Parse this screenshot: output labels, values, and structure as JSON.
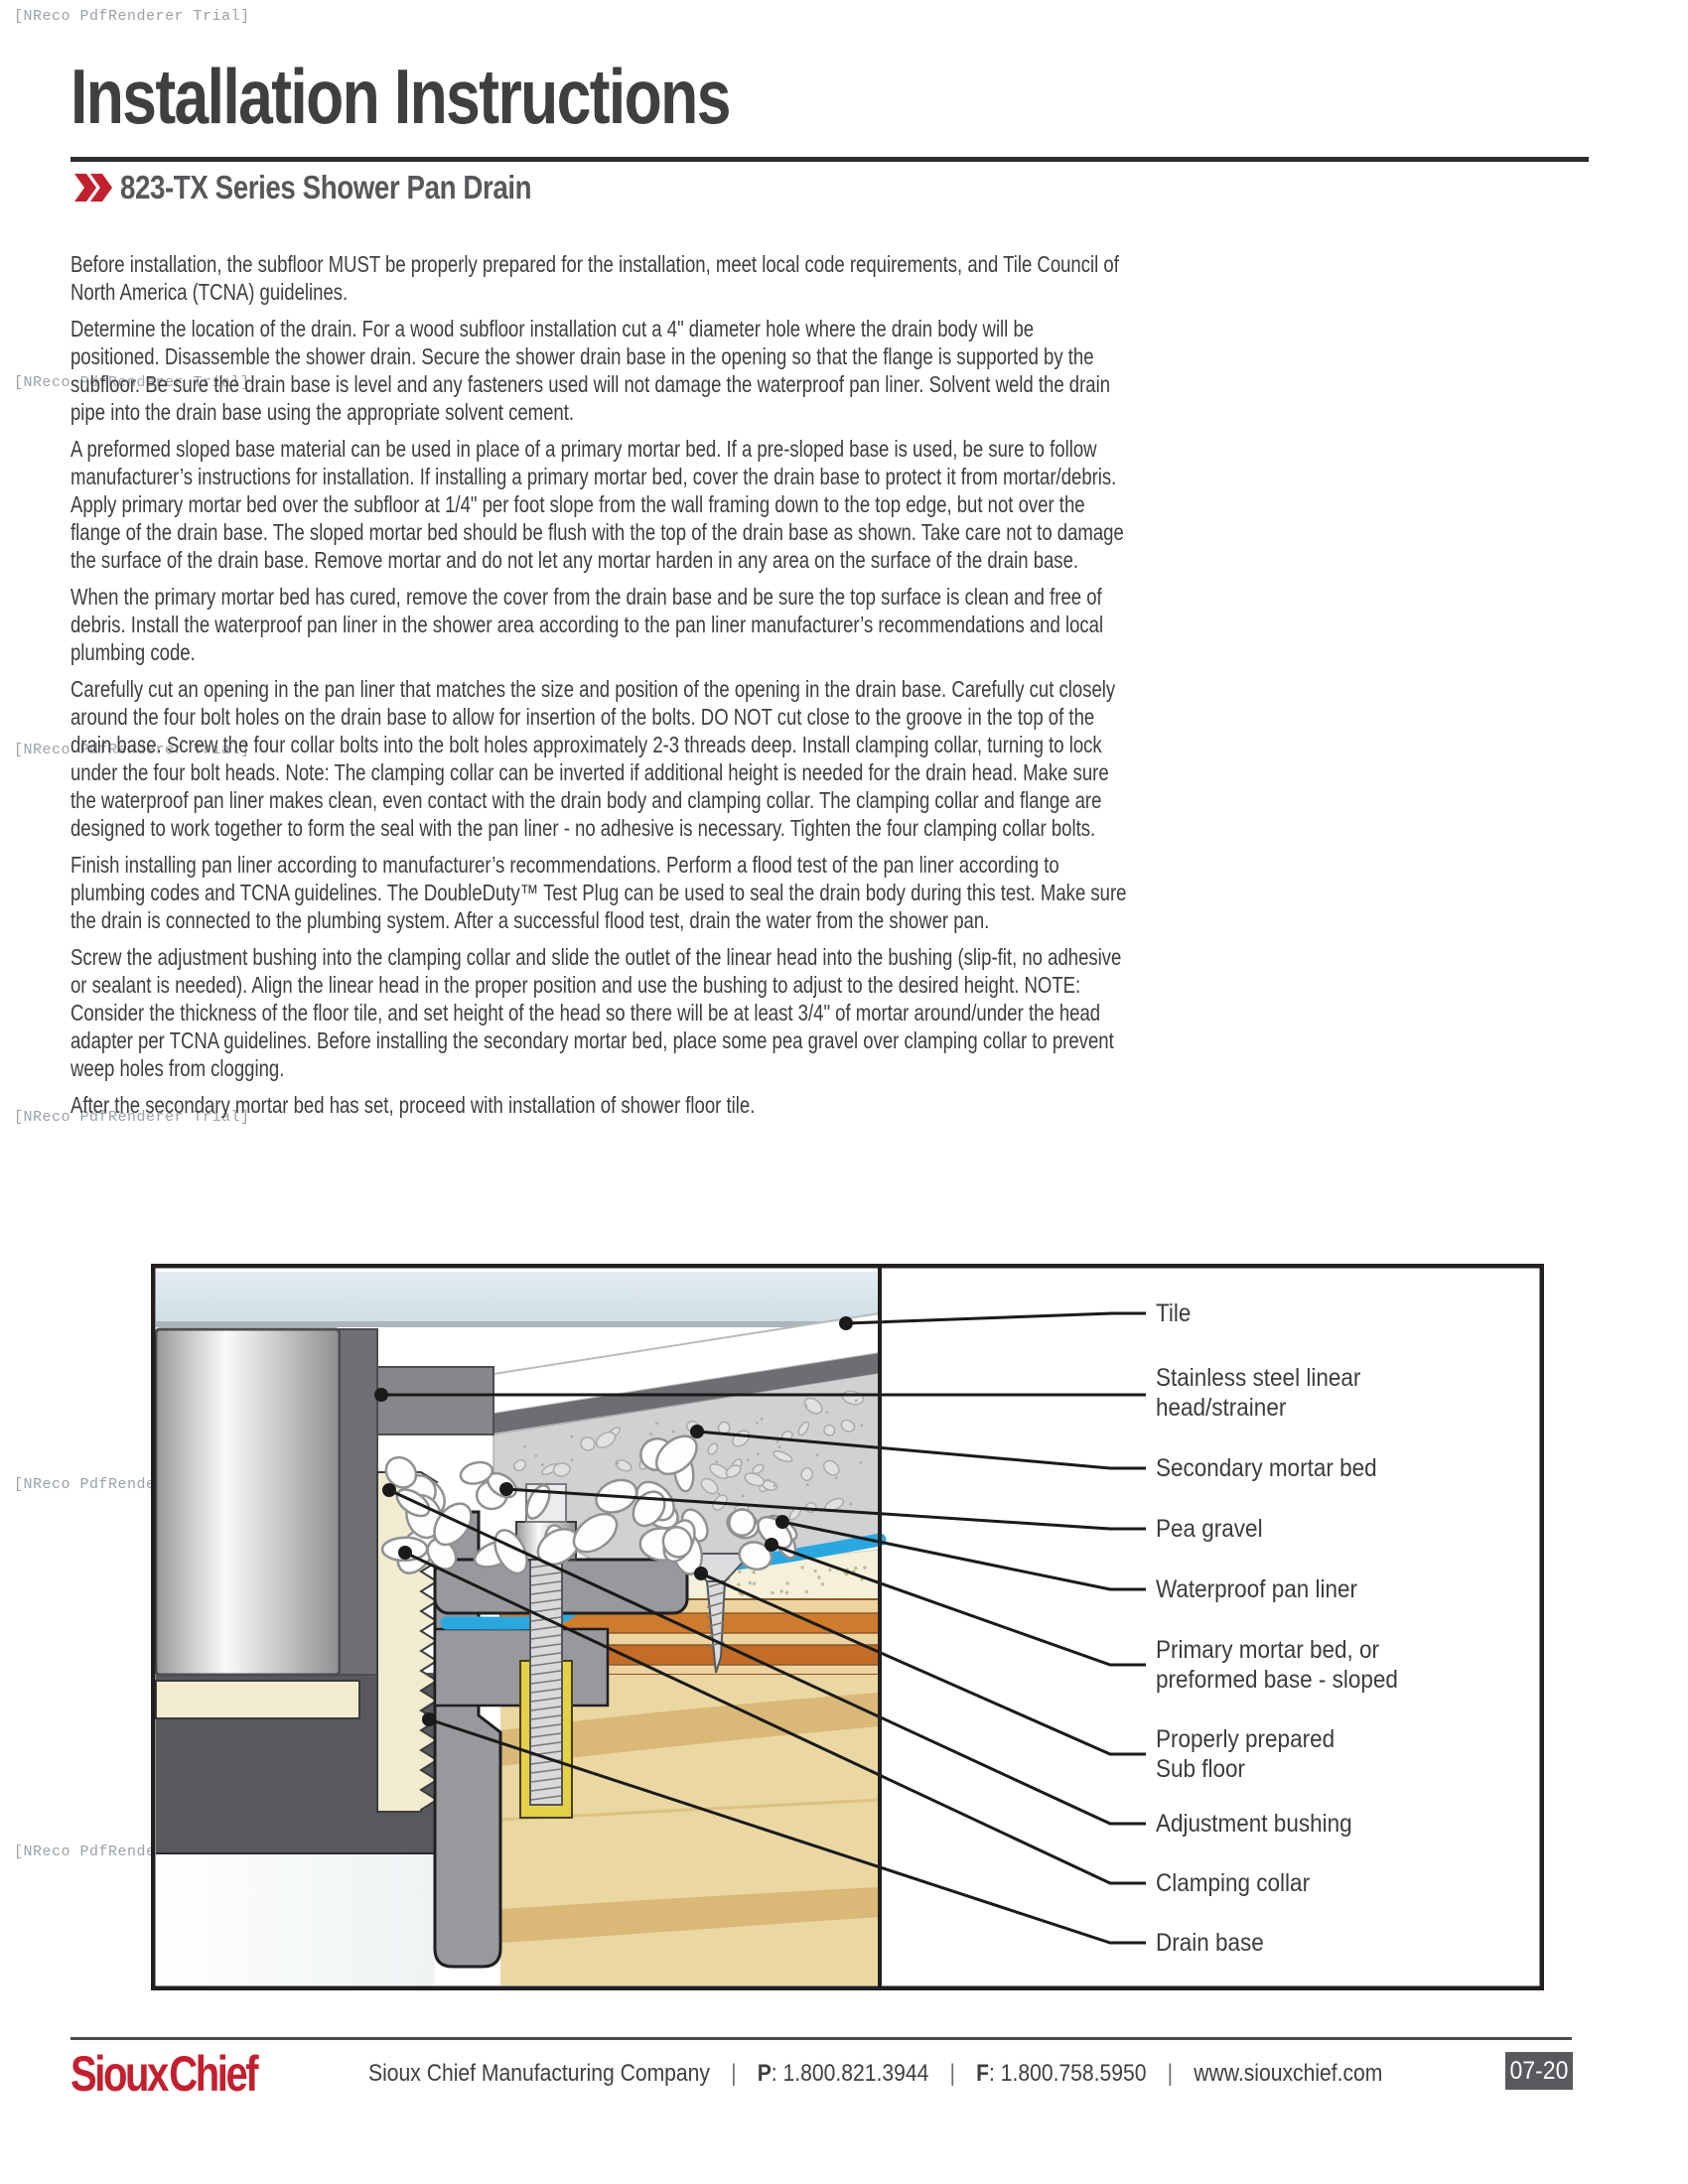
{
  "watermark": "[NReco PdfRenderer Trial]",
  "header": {
    "title": "Installation Instructions",
    "subtitle": "823-TX Series Shower Pan Drain"
  },
  "paragraphs": [
    "Before installation, the subfloor MUST be properly prepared for the installation, meet local code requirements, and Tile Council of North America (TCNA) guidelines.",
    "Determine the location of the drain. For a wood subfloor installation cut a 4\" diameter hole where the drain body will be positioned. Disassemble the shower drain. Secure the shower drain base in the opening so that the flange is supported by the subfloor. Be sure the drain base is level and any fasteners used will not damage the waterproof pan liner. Solvent weld the drain pipe into the drain base using the appropriate solvent cement.",
    "A preformed sloped base material can be used in place of a primary mortar bed. If a pre-sloped base is used, be sure to follow manufacturer’s instructions for installation. If installing a primary mortar bed, cover the drain base to protect it from mortar/debris. Apply primary mortar bed over the subfloor at 1/4\" per foot slope from the wall framing down to the top edge, but not over the flange of the drain base. The sloped mortar bed should be flush with the top of the drain base as shown. Take care not to damage the surface of the drain base. Remove mortar and do not let any mortar harden in any area on the surface of the drain base.",
    "When the primary mortar bed has cured, remove the cover from the drain base and be sure the top surface is clean and free of debris. Install the waterproof pan liner in the shower area according to the pan liner manufacturer’s recommendations and local plumbing code.",
    "Carefully cut an opening in the pan liner that matches the size and position of the opening in the drain base. Carefully cut closely around the four bolt holes on the drain base to allow for insertion of the bolts. DO NOT cut close to the groove in the top of the drain base. Screw the four collar bolts into the bolt holes approximately 2-3 threads deep. Install clamping collar, turning to lock under the four bolt heads. Note: The clamping collar can be inverted if additional height is needed for the drain head. Make sure the waterproof pan liner makes clean, even contact with the drain body and clamping collar. The clamping collar and flange are designed to work together to form the seal with the pan liner - no adhesive is necessary. Tighten the four clamping collar bolts.",
    "Finish installing pan liner according to manufacturer’s recommendations. Perform a flood test of the pan liner according to plumbing codes and TCNA guidelines. The DoubleDuty™ Test Plug can be used to seal the drain body during this test. Make sure the drain is connected to the plumbing system. After a successful flood test, drain the water from the shower pan.",
    "Screw the adjustment bushing into the clamping collar and slide the outlet of the linear head into the bushing (slip-fit, no adhesive or sealant is needed). Align the linear head in the proper position and use the bushing to adjust to the desired height. NOTE: Consider the thickness of the floor tile, and set height of the head so there will be at least 3/4\" of mortar around/under the head adapter per TCNA guidelines. Before installing the secondary mortar bed, place some pea gravel over clamping collar to prevent weep holes from clogging.",
    "After the secondary mortar bed has set, proceed with installation of shower floor tile."
  ],
  "diagram": {
    "labels": [
      {
        "line1": "Tile",
        "line2": ""
      },
      {
        "line1": "Stainless steel linear",
        "line2": "head/strainer"
      },
      {
        "line1": "Secondary mortar bed",
        "line2": ""
      },
      {
        "line1": "Pea gravel",
        "line2": ""
      },
      {
        "line1": "Waterproof pan liner",
        "line2": ""
      },
      {
        "line1": "Primary mortar bed, or",
        "line2": "preformed base - sloped"
      },
      {
        "line1": "Properly prepared",
        "line2": "Sub floor"
      },
      {
        "line1": "Adjustment bushing",
        "line2": ""
      },
      {
        "line1": "Clamping collar",
        "line2": ""
      },
      {
        "line1": "Drain base",
        "line2": ""
      }
    ]
  },
  "footer": {
    "logo": "Sioux Chief",
    "company": "Sioux Chief Manufacturing Company",
    "separator": "|",
    "phone_label": "P",
    "phone_value": ": 1.800.821.3944",
    "fax_label": "F",
    "fax_value": ": 1.800.758.5950",
    "website": "www.siouxchief.com",
    "page_code": "07-20"
  },
  "colors": {
    "accent_red": "#c3202f",
    "liner_blue": "#2ba7df",
    "badge_gray": "#59585c"
  }
}
